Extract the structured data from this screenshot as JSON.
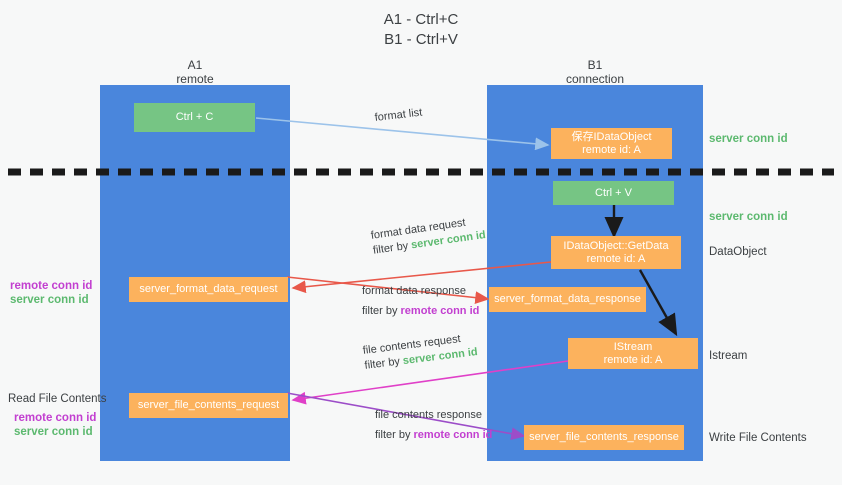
{
  "title": "A1 - Ctrl+C\nB1 - Ctrl+V",
  "columns": [
    {
      "name": "A1",
      "sub": "remote"
    },
    {
      "name": "B1",
      "sub": "connection"
    }
  ],
  "nodes": {
    "ctrl_c": "Ctrl + C",
    "save_idataobject_l1": "保存IDataObject",
    "save_idataobject_l2": "remote id: A",
    "ctrl_v": "Ctrl + V",
    "getdata_l1": "IDataObject::GetData",
    "getdata_l2": "remote id: A",
    "istream_l1": "IStream",
    "istream_l2": "remote id: A",
    "server_format_data_request": "server_format_data_request",
    "server_format_data_response": "server_format_data_response",
    "server_file_contents_request": "server_file_contents_request",
    "server_file_contents_response": "server_file_contents_response"
  },
  "edges": {
    "format_list": "format list",
    "format_data_request": "format data request",
    "format_data_response": "format data response",
    "file_contents_request": "file contents request",
    "file_contents_response": "file contents response",
    "filter_by": "filter by ",
    "server_conn_id": "server conn id",
    "remote_conn_id": "remote conn id"
  },
  "annotations": {
    "server_conn_id": "server conn id",
    "remote_conn_id": "remote conn id",
    "dataobject": "DataObject",
    "istream": "Istream",
    "write_file_contents": "Write File Contents",
    "read_file_contents": "Read File Contents"
  },
  "colors": {
    "lane": "#4a86dc",
    "green_node": "#76c584",
    "orange_node": "#fcb25d",
    "green_text": "#5cb96f",
    "magenta_text": "#c23fd0",
    "arrow_blue": "#9cc3ea",
    "arrow_red": "#e8584a",
    "arrow_magenta": "#e040c8",
    "arrow_purple": "#9c4dc8",
    "arrow_black": "#1a1a1a",
    "background": "#f7f8f8"
  }
}
